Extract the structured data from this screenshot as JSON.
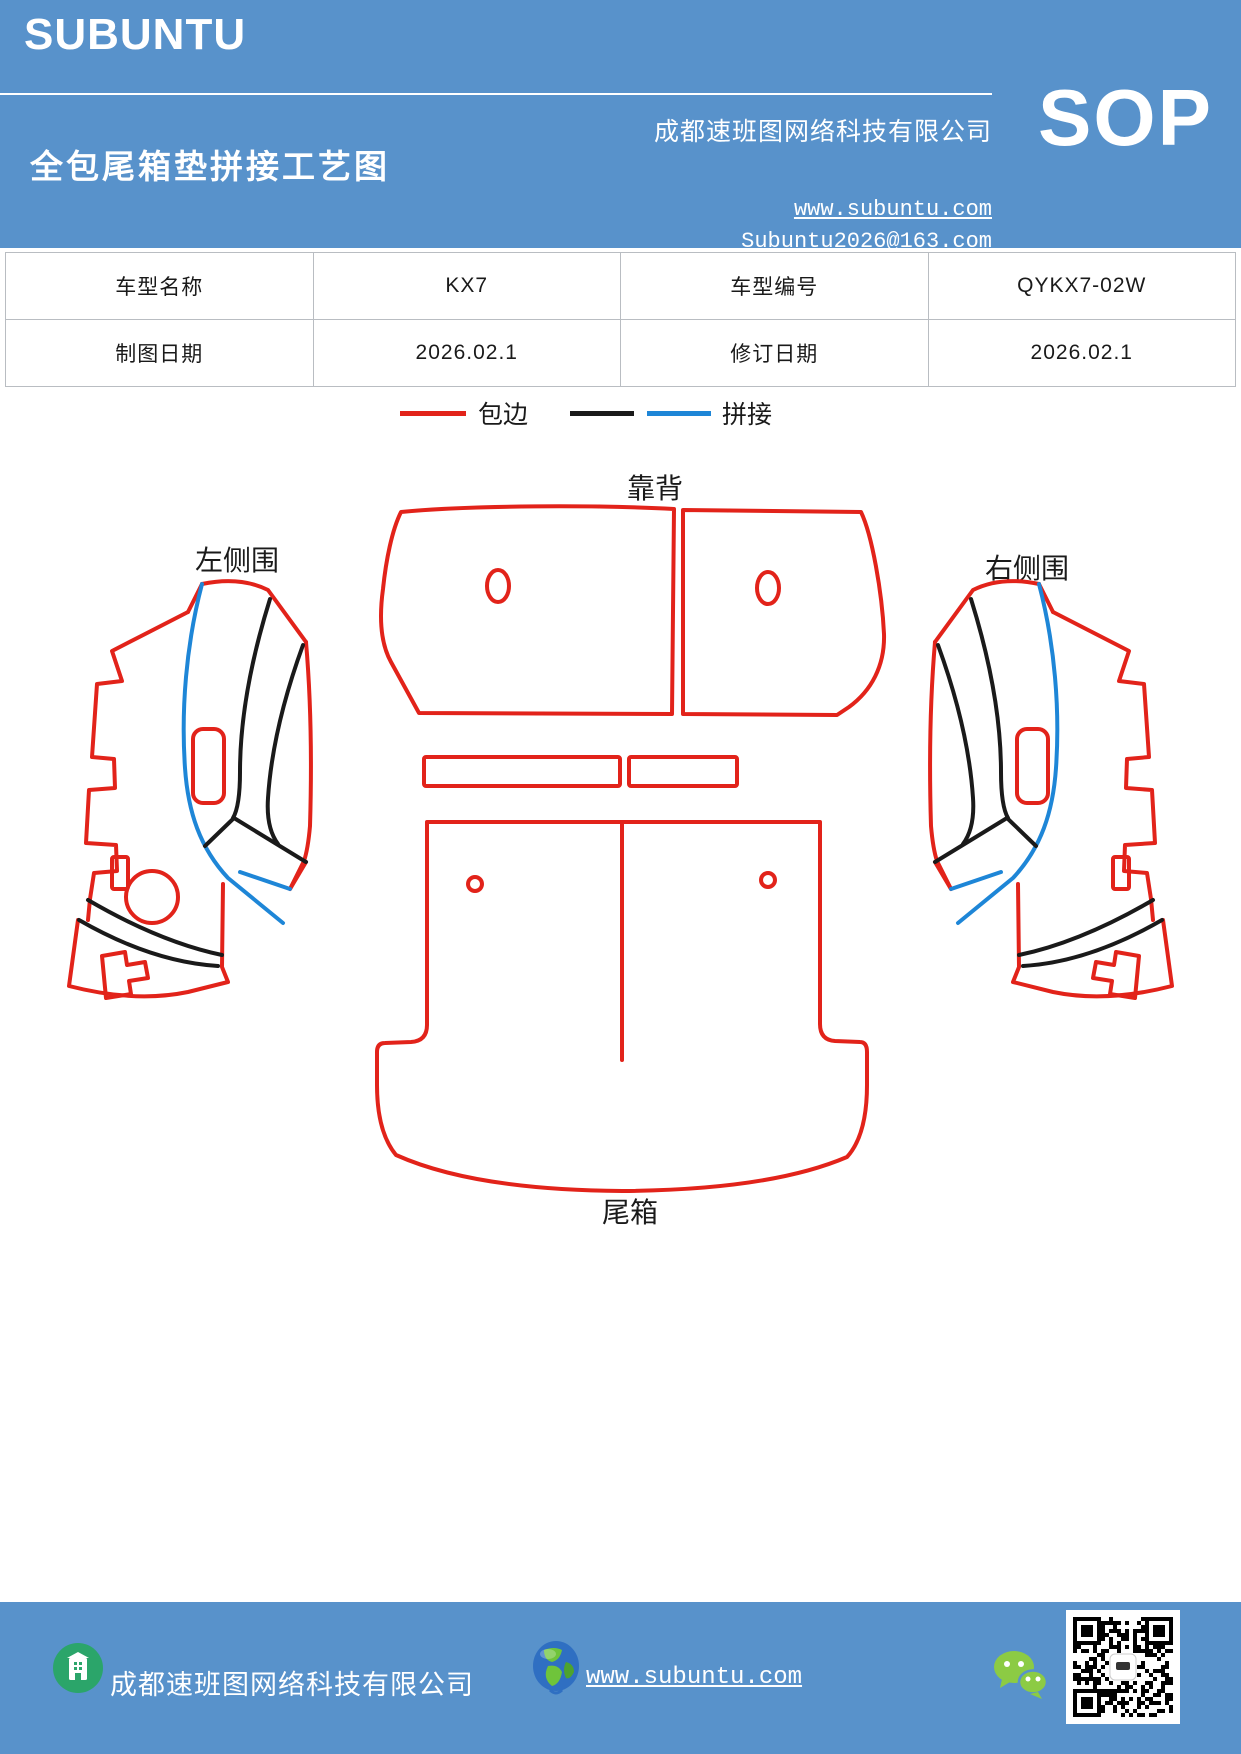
{
  "header": {
    "logo": "SUBUNTU",
    "title": "全包尾箱垫拼接工艺图",
    "company": "成都速班图网络科技有限公司",
    "website": "www.subuntu.com",
    "email": "Subuntu2026@163.com",
    "doc_type": "SOP"
  },
  "info_table": {
    "rows": [
      [
        "车型名称",
        "KX7",
        "车型编号",
        "QYKX7-02W"
      ],
      [
        "制图日期",
        "2026.02.1",
        "修订日期",
        "2026.02.1"
      ]
    ]
  },
  "legend": {
    "edge_label": "包边",
    "splice_label": "拼接"
  },
  "diagram": {
    "labels": {
      "backrest": "靠背",
      "left_side": "左侧围",
      "right_side": "右侧围",
      "trunk": "尾箱"
    }
  },
  "footer": {
    "company": "成都速班图网络科技有限公司",
    "website": "www.subuntu.com",
    "icons": [
      "building-icon",
      "globe-icon",
      "wechat-icon",
      "qr-code"
    ]
  },
  "colors": {
    "header_bg": "#5892cb",
    "footer_bg": "#5892cb",
    "edge_red": "#e2231a",
    "splice_blue": "#1e86d7",
    "splice_black": "#1a1a1a",
    "table_border": "#b9bdc2",
    "wechat_green": "#8ccb44",
    "building_green": "#2ba56a"
  }
}
